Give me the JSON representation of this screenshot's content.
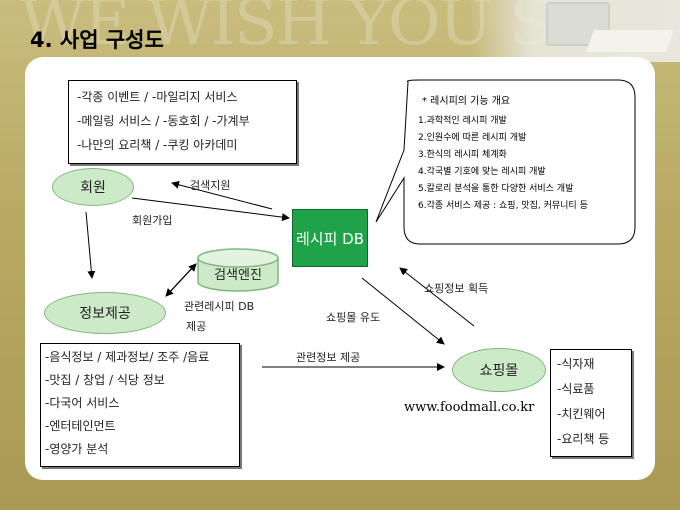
{
  "page": {
    "title": "4. 사업 구성도",
    "watermark": "WE WISH YOU SU"
  },
  "events_box": [
    "-각종 이벤트 / -마일리지 서비스",
    "-메일링 서비스 / -동호회 / -가계부",
    "-나만의 요리책 / -쿠킹 아카데미"
  ],
  "recipe_features": {
    "title": "* 레시피의 기능 개요",
    "items": [
      "1.과학적인 레시피 개발",
      "2.인원수에 따른 레시피 개발",
      "3.한식의 레시피 체계화",
      "4.각국별 기호에 맞는 레시피 개발",
      "5.칼로리 분석을 통한 다양한 서비스 개발",
      "6.각종 서비스 제공 : 쇼핑, 맛집, 커뮤니티 등"
    ]
  },
  "nodes": {
    "member": "회원",
    "info": "정보제공",
    "search_engine": "검색엔진",
    "recipe_db": "레시피 DB",
    "shopping_mall": "쇼핑몰"
  },
  "edge_labels": {
    "search_support": "검색지원",
    "member_join": "회원가입",
    "related_recipe_db_1": "관련레시피 DB",
    "related_recipe_db_2": "제공",
    "shopping_info_acquire": "쇼핑정보 획득",
    "shopping_mall_guide": "쇼핑몰 유도",
    "related_info": "관련정보 제공"
  },
  "info_box": [
    "-음식정보 / 제과정보/ 조주 /음료",
    "-맛집 / 창업 / 식당 정보",
    "-다국어 서비스",
    "-엔터테인먼트",
    "-영양가 분석"
  ],
  "mall_box": [
    "-식자재",
    "-식료품",
    "-치킨웨어",
    "-요리책 등"
  ],
  "url": "www.foodmall.co.kr",
  "colors": {
    "node_fill": "#cdeac8",
    "db_fill": "#1fa348"
  }
}
